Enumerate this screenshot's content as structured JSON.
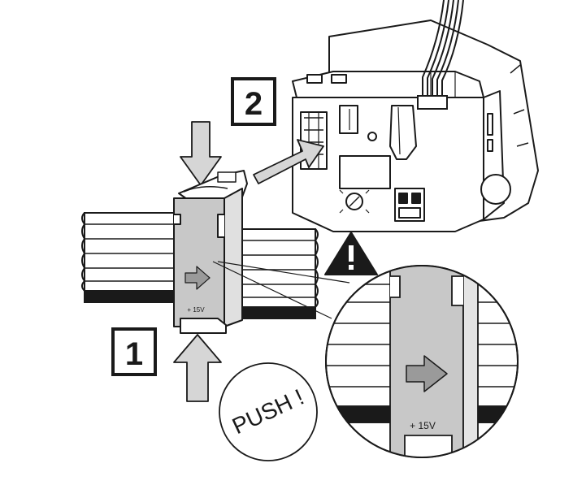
{
  "steps": {
    "step_1": "1",
    "step_2": "2"
  },
  "labels": {
    "push": "PUSH !",
    "voltage_small": "+ 15V",
    "voltage_zoom": "+ 15V"
  },
  "icons": {
    "warning": "warning-triangle-icon",
    "push_arrow": "arrow-up-icon",
    "press_arrow": "arrow-down-icon",
    "insert_arrow": "arrow-diagonal-icon",
    "direction_arrow": "arrow-right-icon"
  },
  "colors": {
    "line": "#1a1a1a",
    "arrow_fill": "#d0d0d0",
    "module_fill": "#c8c8c8",
    "rail_stripe": "#1a1a1a"
  }
}
